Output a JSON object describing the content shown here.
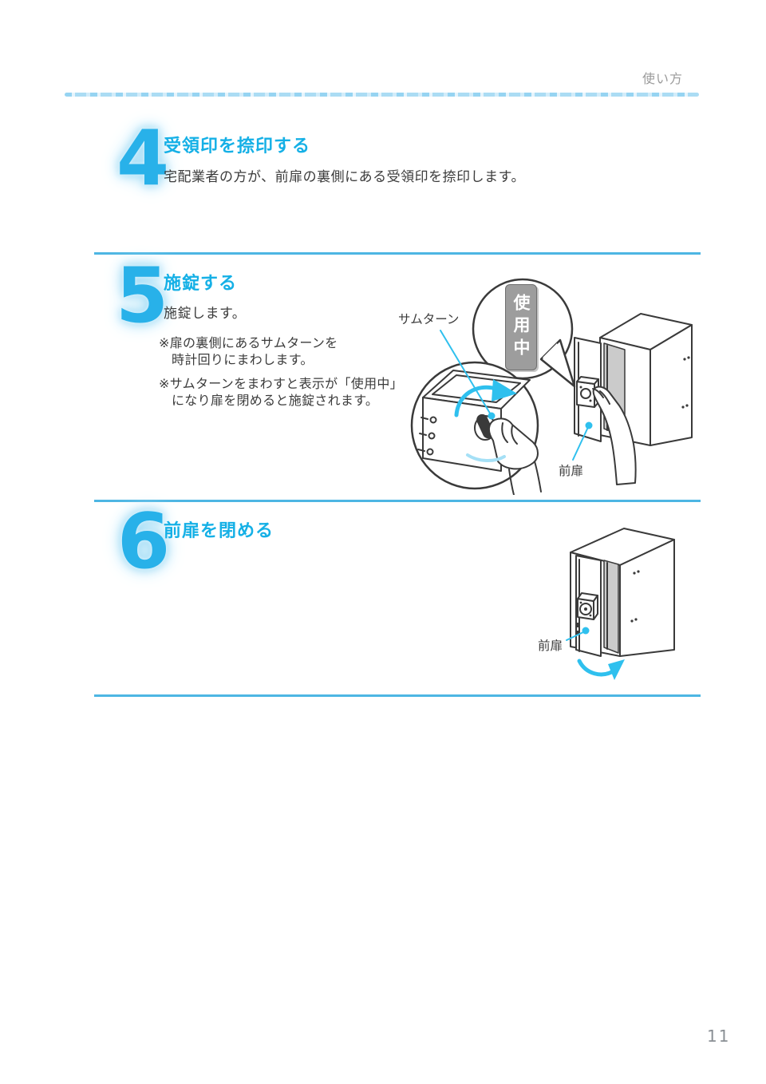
{
  "page": {
    "header_label": "使い方",
    "page_number": "11"
  },
  "colors": {
    "accent_cyan": "#15b0e6",
    "divider_blue": "#4db6e3",
    "leader_cyan": "#2fc0ee",
    "sign_gray": "#9d9d9d",
    "body_text": "#3b3b3b"
  },
  "steps": [
    {
      "number": "4",
      "title": "受領印を捺印する",
      "body": "宅配業者の方が、前扉の裏側にある受領印を捺印します。"
    },
    {
      "number": "5",
      "title": "施錠する",
      "body": "施錠します。",
      "notes": [
        {
          "line1": "※扉の裏側にあるサムターンを",
          "line2": "時計回りにまわします。"
        },
        {
          "line1": "※サムターンをまわすと表示が「使用中」",
          "line2": "になり扉を閉めると施錠されます。"
        }
      ],
      "labels": {
        "thumbturn": "サムターン",
        "in_use_sign": "使用中",
        "front_door": "前扉"
      }
    },
    {
      "number": "6",
      "title": "前扉を閉める",
      "labels": {
        "front_door": "前扉"
      }
    }
  ]
}
